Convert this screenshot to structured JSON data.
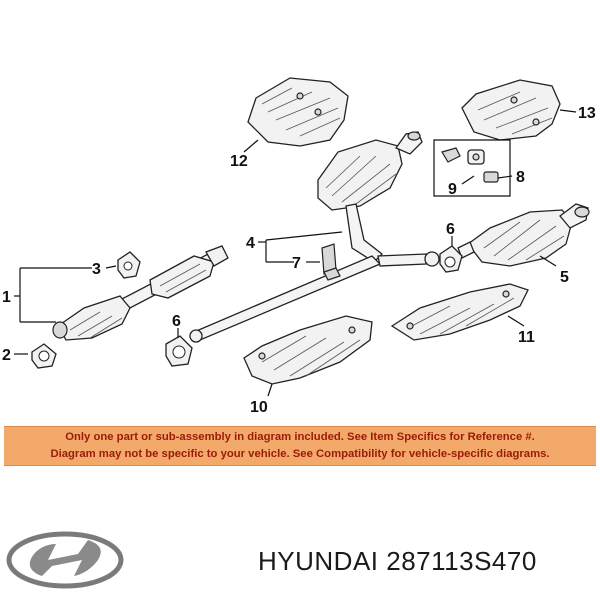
{
  "callouts": {
    "c1": "1",
    "c2": "2",
    "c3": "3",
    "c4": "4",
    "c5": "5",
    "c6a": "6",
    "c6b": "6",
    "c7": "7",
    "c8": "8",
    "c9": "9",
    "c10": "10",
    "c11": "11",
    "c12": "12",
    "c13": "13"
  },
  "notice": {
    "line1": "Only one part or sub-assembly in diagram included. See Item Specifics for Reference #.",
    "line2": "Diagram may not be specific to your vehicle. See Compatibility for vehicle-specific diagrams."
  },
  "brand": {
    "name": "HYUNDAI",
    "part_number": "287113S470"
  },
  "icons": {
    "logo": "hyundai-logo"
  },
  "colors": {
    "banner_bg": "#f3a96a",
    "banner_text": "#9a1b0b"
  }
}
